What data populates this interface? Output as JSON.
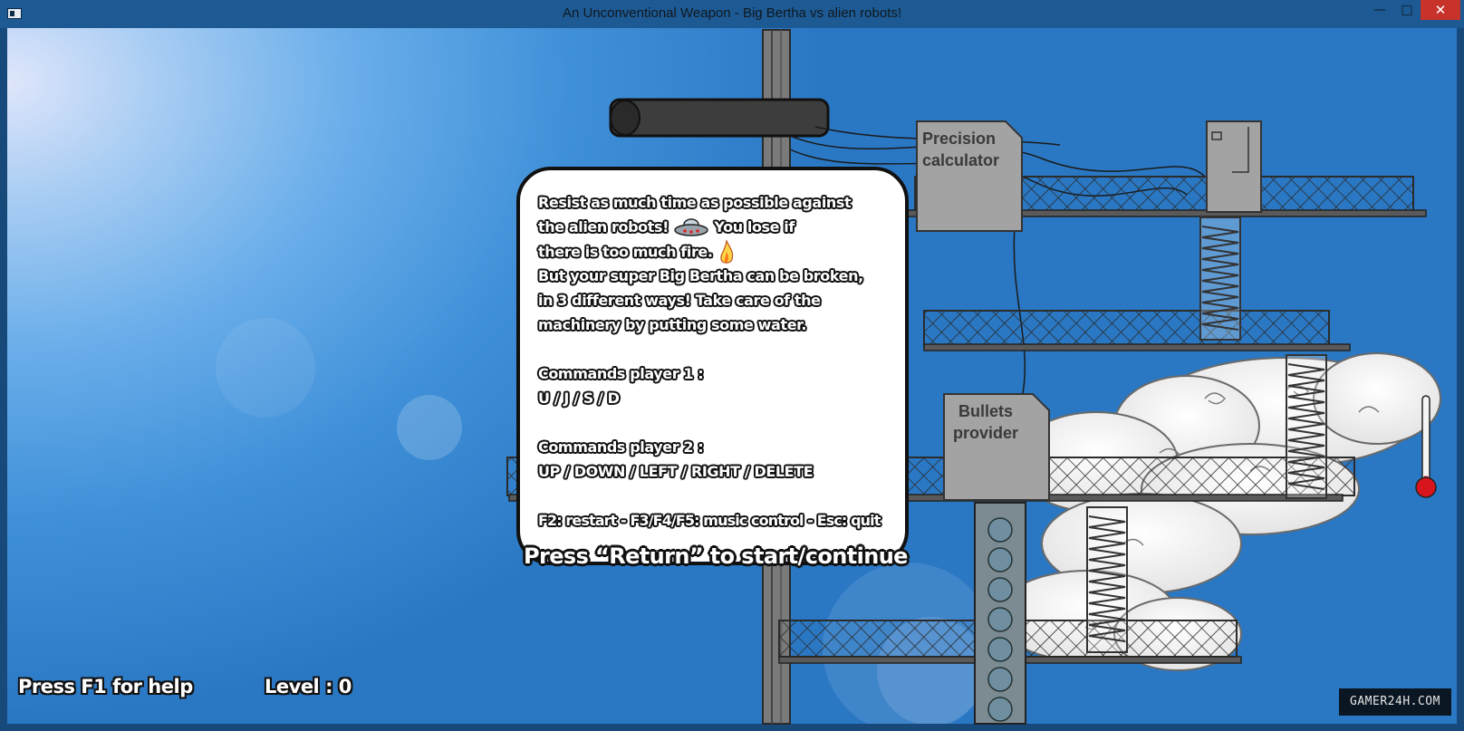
{
  "window": {
    "title": "An Unconventional Weapon - Big Bertha vs alien robots!",
    "minimize_glyph": "—",
    "maximize_glyph": "□",
    "close_glyph": "✕"
  },
  "machines": {
    "precision_label_line1": "Precision",
    "precision_label_line2": "calculator",
    "bullets_label_line1": "Bullets",
    "bullets_label_line2": "provider"
  },
  "help": {
    "line1": "Resist as much time as possible against",
    "line2_a": "the alien robots!",
    "line2_b": "You lose if",
    "line3": "there is too much fire.",
    "line4": "But your super Big Bertha can be broken,",
    "line5": "in 3 different ways! Take care of the",
    "line6": "machinery by putting some water.",
    "p1_heading": "Commands player 1 :",
    "p1_keys": "U / J / S / D",
    "p2_heading": "Commands player 2 :",
    "p2_keys": "UP / DOWN / LEFT / RIGHT / DELETE",
    "footer": "F2: restart - F3/F4/F5: music control - Esc: quit",
    "icons": [
      "ufo-icon",
      "fire-icon"
    ]
  },
  "prompt": "Press “Return” to start/continue",
  "hud": {
    "help_hint": "Press F1 for help",
    "level_label": "Level : 0",
    "level_value": 0
  },
  "thermometer": {
    "level": 0.1,
    "color": "#d8141c"
  },
  "watermark": "GAMER24H.COM"
}
